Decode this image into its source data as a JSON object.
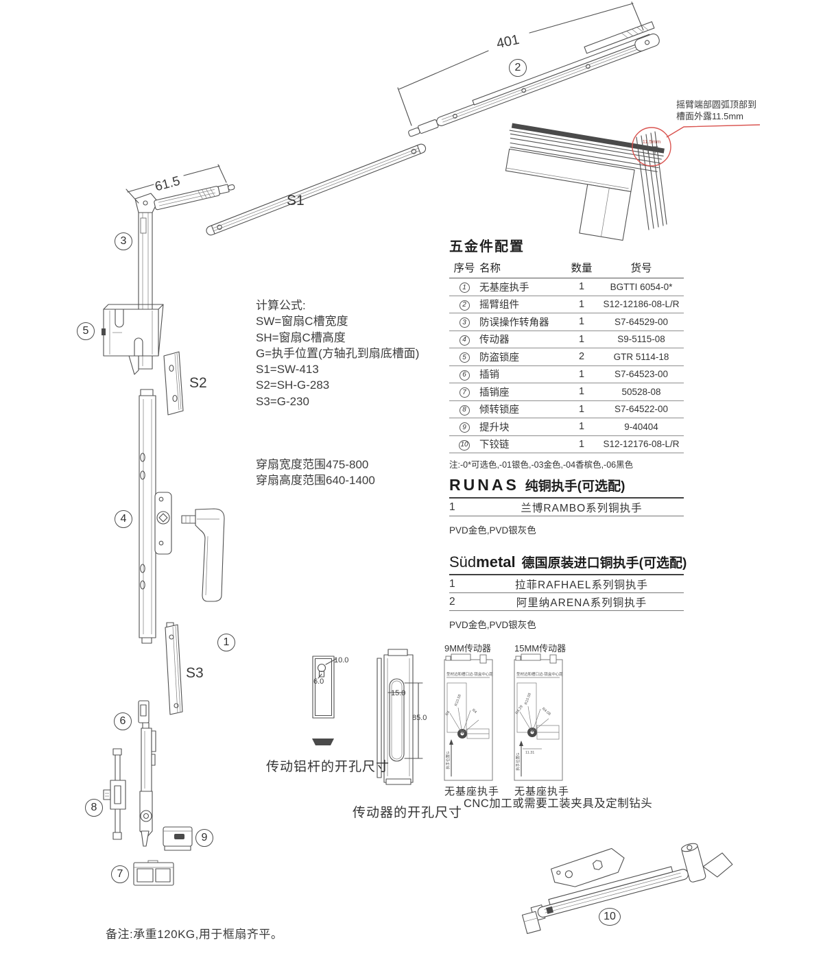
{
  "page": {
    "accent_red": "#d9534f",
    "ink": "#4a4a4a"
  },
  "diagram": {
    "dim_401": "401",
    "dim_61_5": "61.5",
    "s1": "S1",
    "s2": "S2",
    "s3": "S3",
    "arm_note": {
      "line1": "摇臂端部圆弧顶部到",
      "line2": "槽面外露11.5mm"
    },
    "detail_dim": "11.5mm",
    "callouts": {
      "c1": "1",
      "c2": "2",
      "c3": "3",
      "c4": "4",
      "c5": "5",
      "c6": "6",
      "c7": "7",
      "c8": "8",
      "c9": "9",
      "c10": "10"
    }
  },
  "formulas": {
    "title": "计算公式:",
    "lines": [
      "SW=窗扇C槽宽度",
      "SH=窗扇C槽高度",
      "G=执手位置(方轴孔到扇底槽面)",
      "S1=SW-413",
      "S2=SH-G-283",
      "S3=G-230"
    ]
  },
  "ranges": {
    "lines": [
      "穿扇宽度范围475-800",
      "穿扇高度范围640-1400"
    ]
  },
  "parts_table": {
    "title": "五金件配置",
    "headers": {
      "no": "序号",
      "name": "名称",
      "qty": "数量",
      "sku": "货号"
    },
    "rows": [
      {
        "no": "1",
        "name": "无基座执手",
        "qty": "1",
        "sku": "BGTTI 6054-0*"
      },
      {
        "no": "2",
        "name": "摇臂组件",
        "qty": "1",
        "sku": "S12-12186-08-L/R"
      },
      {
        "no": "3",
        "name": "防误操作转角器",
        "qty": "1",
        "sku": "S7-64529-00"
      },
      {
        "no": "4",
        "name": "传动器",
        "qty": "1",
        "sku": "S9-5115-08"
      },
      {
        "no": "5",
        "name": "防盗锁座",
        "qty": "2",
        "sku": "GTR 5114-18"
      },
      {
        "no": "6",
        "name": "插销",
        "qty": "1",
        "sku": "S7-64523-00"
      },
      {
        "no": "7",
        "name": "插销座",
        "qty": "1",
        "sku": "50528-08"
      },
      {
        "no": "8",
        "name": "倾转锁座",
        "qty": "1",
        "sku": "S7-64522-00"
      },
      {
        "no": "9",
        "name": "提升块",
        "qty": "1",
        "sku": "9-40404"
      },
      {
        "no": "10",
        "name": "下铰链",
        "qty": "1",
        "sku": "S12-12176-08-L/R"
      }
    ],
    "note": "注:-0*可选色,-01银色,-03金色,-04香槟色,-06黑色"
  },
  "runas": {
    "brand": "RUNAS",
    "title": "纯铜执手(可选配)",
    "rows": [
      {
        "no": "1",
        "name": "兰博RAMBO系列铜执手"
      }
    ],
    "finish": "PVD金色,PVD银灰色"
  },
  "sudmetal": {
    "brand_a": "Süd",
    "brand_b": "metal",
    "title": "德国原装进口铜执手(可选配)",
    "rows": [
      {
        "no": "1",
        "name": "拉菲RAFHAEL系列铜执手"
      },
      {
        "no": "2",
        "name": "阿里纳ARENA系列铜执手"
      }
    ],
    "finish": "PVD金色,PVD银灰色"
  },
  "drill_drawings": {
    "rod_label": "传动铝杆的开孔尺寸",
    "gear_label": "传动器的开孔尺寸",
    "rod_dims": {
      "d10": "10.0",
      "d6": "6.0"
    },
    "gear_dims": {
      "d15": "15.0",
      "d85": "85.0"
    },
    "mm9": {
      "title": "9MM传动器",
      "caption": "无基座执手",
      "note": "型材边和槽口边-锁盒中心距",
      "g_label": "执手位置G",
      "r1": "R4",
      "r2": "R10.58",
      "r3": "R4"
    },
    "mm15": {
      "title": "15MM传动器",
      "caption": "无基座执手",
      "note": "型材边和槽口边-锁盒中心距",
      "g_label": "执手位置G",
      "r1": "R4.29",
      "r2": "R10.58",
      "r3": "R4.08",
      "d11": "11.31"
    },
    "cnc_note": "CNC加工或需要工装夹具及定制钻头"
  },
  "footer": {
    "note": "备注:承重120KG,用于框扇齐平。"
  }
}
